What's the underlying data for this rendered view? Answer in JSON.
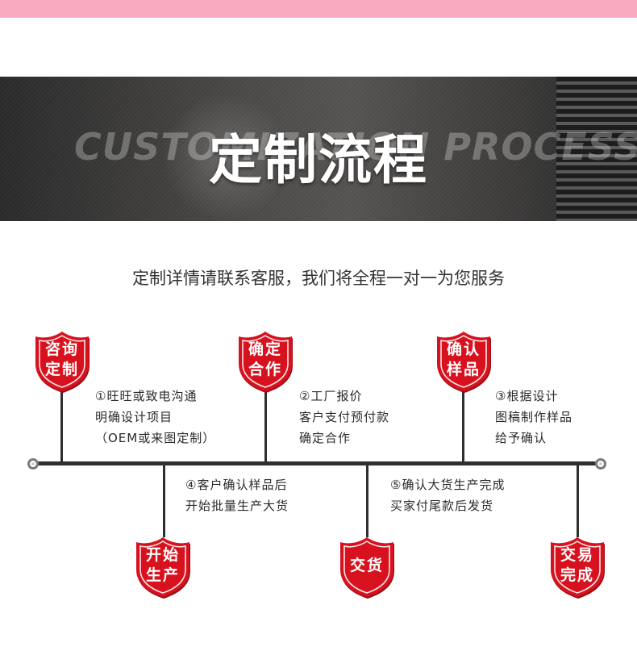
{
  "banner": {
    "title": "定制流程",
    "background_text": "CUSTOMIZATION PROCESS"
  },
  "subtitle": "定制详情请联系客服，我们将全程一对一为您服务",
  "colors": {
    "badge_fill": "#d7121e",
    "badge_shadow": "#9c0b12",
    "timeline": "#2f2f2f",
    "top_bar": "#f7aabf"
  },
  "steps_top": [
    {
      "badge": "咨询\n定制",
      "lines": [
        "①旺旺或致电沟通",
        "明确设计项目",
        "（OEM或来图定制）"
      ]
    },
    {
      "badge": "确定\n合作",
      "lines": [
        "②工厂报价",
        "客户支付预付款",
        "确定合作"
      ]
    },
    {
      "badge": "确认\n样品",
      "lines": [
        "③根据设计",
        "图稿制作样品",
        "给予确认"
      ]
    }
  ],
  "steps_bottom": [
    {
      "badge": "开始\n生产",
      "lines": [
        "④客户确认样品后",
        "开始批量生产大货"
      ]
    },
    {
      "badge": "交货",
      "lines": [
        "⑤确认大货生产完成",
        "买家付尾款后发货"
      ]
    },
    {
      "badge": "交易\n完成",
      "lines": []
    }
  ]
}
